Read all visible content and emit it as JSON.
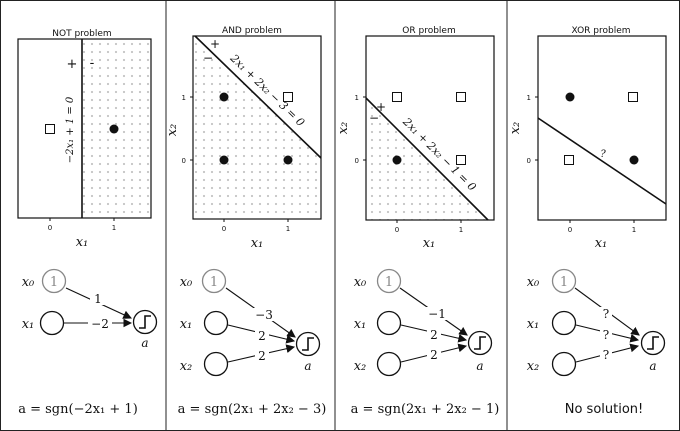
{
  "panels": {
    "not": {
      "title": "NOT problem",
      "boundary_label": "−2x₁ + 1 = 0",
      "plus": "+",
      "minus": "-",
      "x_ticks": [
        "0",
        "1"
      ],
      "x_label": "x₁",
      "net": {
        "inputs": [
          "x₀",
          "x₁"
        ],
        "bias_node": "1",
        "weights": [
          "1",
          "−2"
        ],
        "output": "a"
      },
      "formula": "a = sgn(−2x₁ + 1)"
    },
    "and": {
      "title": "AND problem",
      "boundary_label": "2x₁ + 2x₂ − 3 = 0",
      "plus": "+",
      "minus": "−",
      "x_ticks": [
        "0",
        "1"
      ],
      "y_ticks": [
        "0",
        "1"
      ],
      "x_label": "x₁",
      "y_label": "x₂",
      "net": {
        "inputs": [
          "x₀",
          "x₁",
          "x₂"
        ],
        "bias_node": "1",
        "weights": [
          "−3",
          "2",
          "2"
        ],
        "output": "a"
      },
      "formula": "a = sgn(2x₁ + 2x₂ − 3)"
    },
    "or": {
      "title": "OR problem",
      "boundary_label": "2x₁ + 2x₂ − 1 = 0",
      "plus": "+",
      "minus": "−",
      "x_ticks": [
        "0",
        "1"
      ],
      "y_ticks": [
        "0",
        "1"
      ],
      "x_label": "x₁",
      "y_label": "x₂",
      "net": {
        "inputs": [
          "x₀",
          "x₁",
          "x₂"
        ],
        "bias_node": "1",
        "weights": [
          "−1",
          "2",
          "2"
        ],
        "output": "a"
      },
      "formula": "a = sgn(2x₁ + 2x₂ − 1)"
    },
    "xor": {
      "title": "XOR problem",
      "question": "?",
      "x_ticks": [
        "0",
        "1"
      ],
      "y_ticks": [
        "0",
        "1"
      ],
      "x_label": "x₁",
      "y_label": "x₂",
      "net": {
        "inputs": [
          "x₀",
          "x₁",
          "x₂"
        ],
        "bias_node": "1",
        "weights": [
          "?",
          "?",
          "?"
        ],
        "output": "a"
      },
      "formula": "No solution!"
    }
  }
}
